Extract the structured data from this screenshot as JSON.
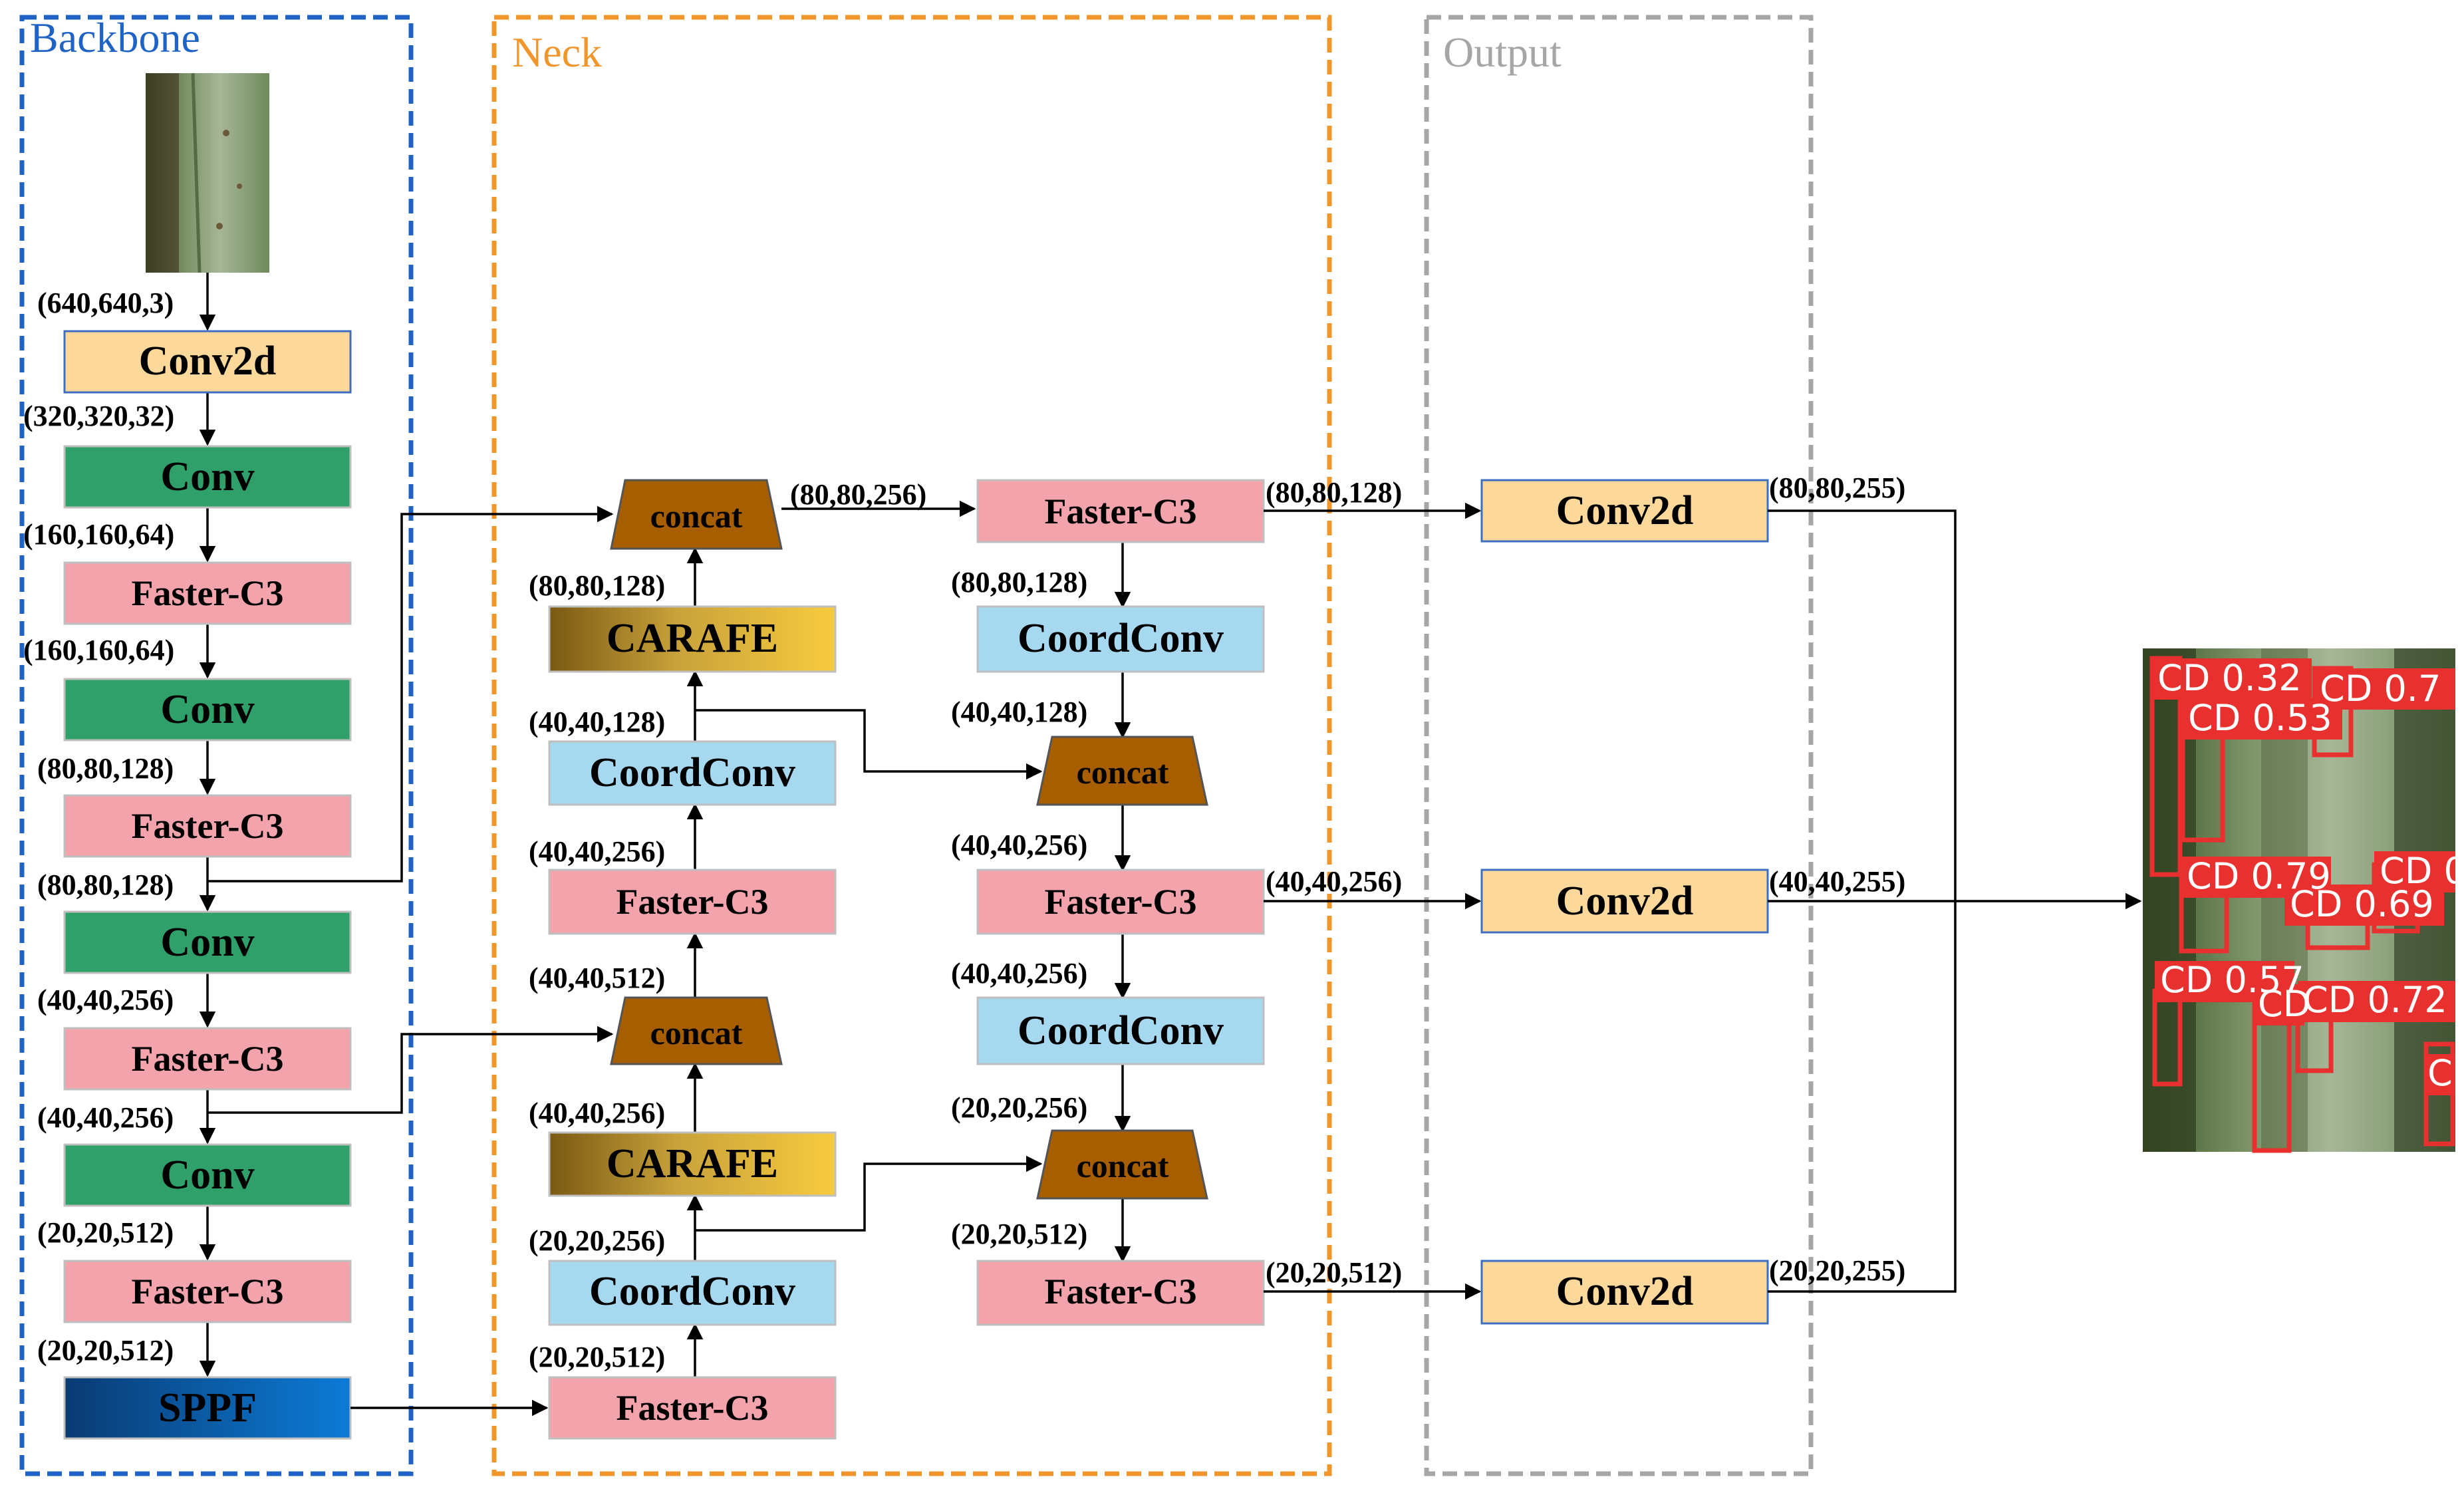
{
  "sections": {
    "backbone": "Backbone",
    "neck": "Neck",
    "output": "Output"
  },
  "modules": {
    "conv2d": "Conv2d",
    "conv": "Conv",
    "faster_c3": "Faster-C3",
    "sppf": "SPPF",
    "concat": "concat",
    "carafe": "CARAFE",
    "coordconv": "CoordConv"
  },
  "dims": {
    "bb_input": "(640,640,3)",
    "bb_1": "(320,320,32)",
    "bb_2": "(160,160,64)",
    "bb_3": "(160,160,64)",
    "bb_4": "(80,80,128)",
    "bb_5": "(80,80,128)",
    "bb_6": "(40,40,256)",
    "bb_7": "(40,40,256)",
    "bb_8": "(20,20,512)",
    "bb_9": "(20,20,512)",
    "nl_concat_out": "(80,80,256)",
    "nl_carafe1_out": "(80,80,128)",
    "nl_coord1_out": "(40,40,128)",
    "nl_fc3a_out": "(40,40,256)",
    "nl_concat2_out": "(40,40,512)",
    "nl_carafe2_out": "(40,40,256)",
    "nl_coord2_out": "(20,20,256)",
    "nl_fc3b_out": "(20,20,512)",
    "nr_fc3a_out": "(80,80,128)",
    "nr_coord1_out": "(40,40,128)",
    "nr_concat1_out": "(40,40,256)",
    "nr_fc3b_out": "(40,40,256)",
    "nr_coord2_out": "(20,20,256)",
    "nr_concat2_out": "(20,20,512)",
    "head_in_1": "(80,80,128)",
    "head_in_2": "(40,40,256)",
    "head_in_3": "(20,20,512)",
    "head_out_1": "(80,80,255)",
    "head_out_2": "(40,40,255)",
    "head_out_3": "(20,20,255)"
  },
  "detections": [
    "CD 0.32",
    "CD 0.7",
    "CD 0.53",
    "CD 0.79",
    "CD 0",
    "CD 0.69",
    "CD 0.57",
    "CD 0.72",
    "C",
    "CD"
  ],
  "colors": {
    "backbone_border": "#1f63c6",
    "neck_border": "#f0962a",
    "output_border": "#a6a6a6",
    "conv2d_fill": "#fdd89b",
    "conv2d_stroke": "#3d6fc1",
    "conv_fill": "#30a06b",
    "faster_c3_fill": "#f2a3ab",
    "coordconv_fill": "#a6d8f0",
    "concat_fill": "#a65e00",
    "sppf_fill_start": "#0a3b73",
    "sppf_fill_end": "#0c7bd6",
    "carafe_fill_start": "#836015",
    "carafe_fill_end": "#f6c93c",
    "detection_box": "#e8302f"
  },
  "icons": {
    "input_image": "corn-leaf-photo",
    "output_image": "corn-leaf-detection-photo"
  }
}
